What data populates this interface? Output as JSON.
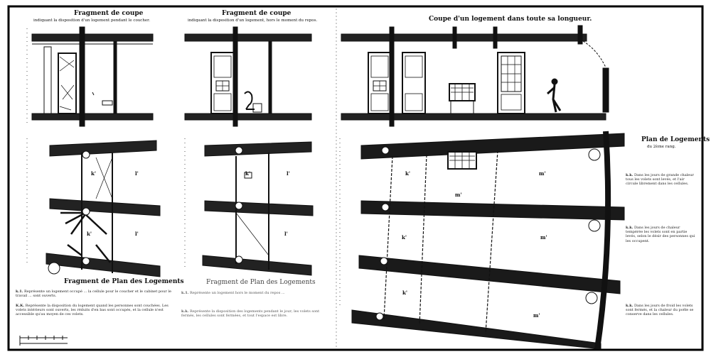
{
  "sections": {
    "sleeping": {
      "title": "Fragment de coupe",
      "subtitle": "indiquant la disposition d'un logement pendant le coucher."
    },
    "day": {
      "title": "Fragment de coupe",
      "subtitle": "indiquant la disposition d'un logement, hors le moment du repos."
    },
    "full": {
      "title": "Coupe d'un logement dans toute sa longueur."
    },
    "plan_left": {
      "title": "Fragment de Plan des Logements"
    },
    "plan_mid": {
      "title": "Fragment de Plan des Logements"
    }
  },
  "legend_left": {
    "k1_label": "k.1.",
    "k1_text": "Représente un logement occupé ... la cellule pour le coucher et le cabinet pour le travail ... sont ouverts.",
    "kk_label": "K.K.",
    "kk_text": "Représente la disposition du logement quand les personnes sont couchées. Les volets intérieurs sont ouverts, les réduits d'en bas sont occupés, et la cellule n'est accessible qu'au moyen de ces volets."
  },
  "legend_mid": {
    "k1_label": "k.1.",
    "k1_text": "Représente un logement hors le moment du repos ...",
    "kk_label": "k.k.",
    "kk_text": "Représente la disposition des logements pendant le jour; les volets sont fermés, les cellules sont fermées, et tout l'espace est libre."
  },
  "right_panel": {
    "title": "Plan de Logements",
    "subtitle": "du 2ème rang.",
    "note1_label": "k.k.",
    "note1_text": "Dans les jours de grande chaleur tous les volets sont levés, et l'air circule librement dans les cellules.",
    "note2_label": "k.k.",
    "note2_text": "Dans les jours de chaleur tempérée les volets sont en partie levés, selon le désir des personnes qui les occupent.",
    "note3_label": "k.k.",
    "note3_text": "Dans les jours de froid les volets sont fermés, et la chaleur du poêle se conserve dans les cellules."
  },
  "room_labels": [
    "k'",
    "l'",
    "k'",
    "l'",
    "k'",
    "l'",
    "m'",
    "m'",
    "k'",
    "m'",
    "k'",
    "m'",
    "l'",
    "k'"
  ],
  "colors": {
    "ink": "#111111",
    "paper": "#ffffff",
    "frame": "#000000"
  }
}
